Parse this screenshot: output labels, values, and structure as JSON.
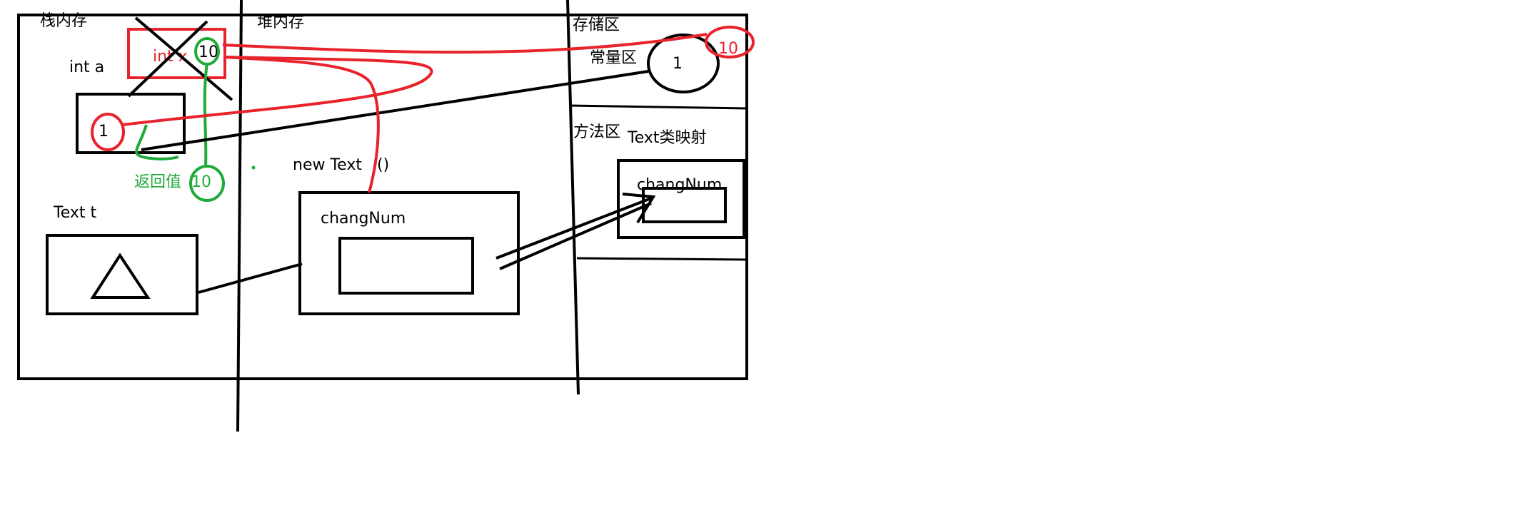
{
  "sections": {
    "stack": "栈内存",
    "heap": "堆内存",
    "storage": "存储区",
    "constant_pool": "常量区",
    "method_area": "方法区"
  },
  "stack": {
    "var_a_label": "int a",
    "var_a_value": "1",
    "int_x_label": "int x",
    "int_x_value": "10",
    "return_label": "返回值",
    "return_value": "10",
    "var_t_label": "Text t"
  },
  "heap": {
    "new_label": "new Text",
    "parens": "()",
    "field_label": "changNum"
  },
  "storage": {
    "constant_value_1": "1",
    "constant_value_10": "10",
    "class_map_label": "Text类映射",
    "class_field_label": "changNum"
  },
  "colors": {
    "ink": "#000000",
    "red": "#e8232b",
    "green": "#1faa3a"
  }
}
